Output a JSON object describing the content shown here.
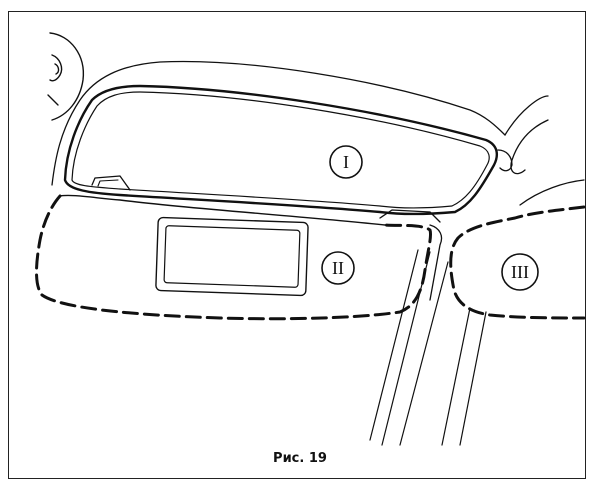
{
  "figure": {
    "caption": "Рис. 19",
    "labels": {
      "frame": "I",
      "visor": "II",
      "side_panel": "III"
    }
  },
  "colors": {
    "stroke": "#111111",
    "background": "#ffffff"
  }
}
